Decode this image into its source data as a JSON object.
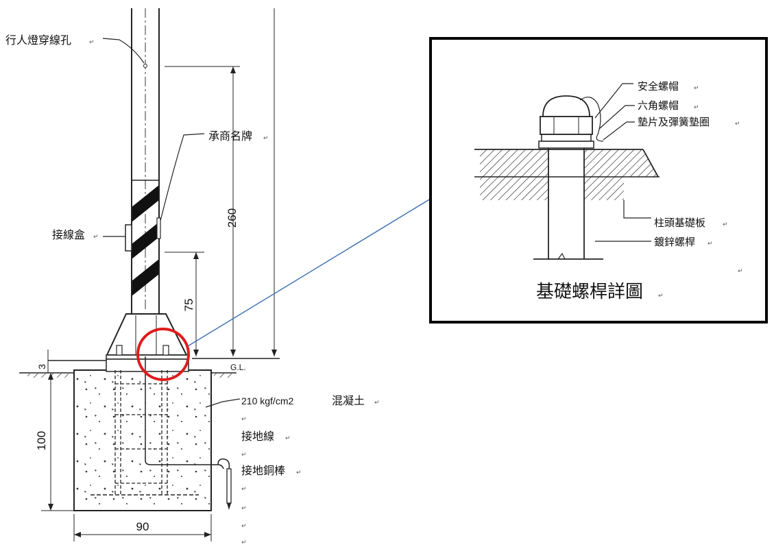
{
  "labels": {
    "lamp_wire_hole": "行人燈穿線孔",
    "contractor_plate": "承商名牌",
    "junction_box": "接線盒",
    "concrete_strength": "210 kgf/cm2",
    "concrete": "混凝土",
    "ground_wire": "接地線",
    "ground_rod": "接地銅棒",
    "ground_level": "G.L."
  },
  "dimensions": {
    "height_260": "260",
    "height_75": "75",
    "depth_3": "3",
    "depth_100": "100",
    "width_90": "90"
  },
  "detail": {
    "title": "基礎螺桿詳圖",
    "safety_nut": "安全螺帽",
    "hex_nut": "六角螺帽",
    "washer": "墊片及彈簧墊圈",
    "base_plate": "柱頭基礎板",
    "bolt": "鍍鋅螺桿"
  },
  "colors": {
    "callout_circle": "#e01b1b",
    "leader_line": "#3a6fb0",
    "ink": "#111111"
  }
}
